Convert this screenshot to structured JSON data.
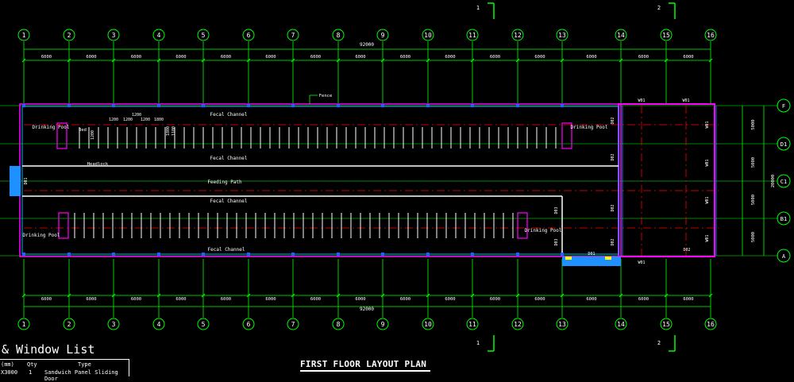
{
  "drawing": {
    "title": "FIRST FLOOR LAYOUT PLAN",
    "list_title": "& Window List",
    "list_headers": [
      "(mm)",
      "Qty",
      "Type"
    ],
    "list_row": [
      "X3000",
      "1",
      "Sandwich Panel Sliding Door"
    ],
    "grid_columns": [
      "1",
      "2",
      "3",
      "4",
      "5",
      "6",
      "7",
      "8",
      "9",
      "10",
      "11",
      "12",
      "13",
      "14",
      "15",
      "16"
    ],
    "grid_rows": [
      "F",
      "D1",
      "C1",
      "B1",
      "A"
    ],
    "bay_dimension": "6000",
    "overall_length": "92000",
    "overall_width": "20000",
    "row_spacing": "5000",
    "section_marks": [
      "1",
      "2"
    ],
    "labels": {
      "fecal_channel": "Fecal Channel",
      "feeding_path": "Feeding Path",
      "drinking_pool": "Drinking Pool",
      "headlock": "Headlock",
      "bed": "Bed",
      "fence": "Fence"
    },
    "doors": {
      "d1": "D01",
      "d2": "D02",
      "d3": "D03",
      "w1": "W01"
    },
    "stall_dims": [
      "1200",
      "1200",
      "1200",
      "1200",
      "1800",
      "1800",
      "1100",
      "1200"
    ],
    "colors": {
      "grid": "#00ff00",
      "wall": "#ff00ff",
      "barn": "#ffffff",
      "dim": "#00ff00",
      "accent": "#00a8ff",
      "centerline": "#ff0000",
      "yellow": "#ffff00"
    }
  }
}
